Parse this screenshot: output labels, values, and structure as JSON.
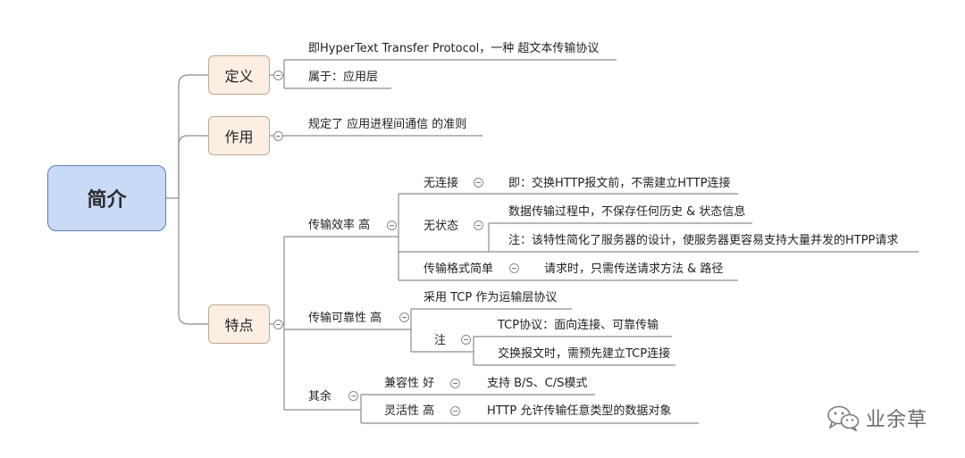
{
  "root": {
    "label": "简介"
  },
  "definition": {
    "label": "定义",
    "items": [
      "即HyperText Transfer Protocol，一种 超文本传输协议",
      "属于：应用层"
    ]
  },
  "purpose": {
    "label": "作用",
    "items": [
      "规定了 应用进程间通信 的准则"
    ]
  },
  "features": {
    "label": "特点",
    "efficiency": {
      "label": "传输效率 高",
      "connectionless": {
        "label": "无连接",
        "detail": "即：交换HTTP报文前，不需建立HTTP连接"
      },
      "stateless": {
        "label": "无状态",
        "details": [
          "数据传输过程中，不保存任何历史 & 状态信息",
          "注：该特性简化了服务器的设计，使服务器更容易支持大量并发的HTPP请求"
        ]
      },
      "simple_format": {
        "label": "传输格式简单",
        "detail": "请求时，只需传送请求方法 & 路径"
      }
    },
    "reliability": {
      "label": "传输可靠性 高",
      "tcp": "采用 TCP 作为运输层协议",
      "note": {
        "label": "注",
        "details": [
          "TCP协议：面向连接、可靠传输",
          "交换报文时，需预先建立TCP连接"
        ]
      }
    },
    "others": {
      "label": "其余",
      "compatibility": {
        "label": "兼容性 好",
        "detail": "支持 B/S、C/S模式"
      },
      "flexibility": {
        "label": "灵活性 高",
        "detail": "HTTP 允许传输任意类型的数据对象"
      }
    }
  },
  "watermark": {
    "text": "业余草",
    "icon": "wechat-icon"
  },
  "colors": {
    "root_fill": "#c8daf6",
    "root_border": "#5b7fb5",
    "main_fill": "#fbeee3",
    "main_border": "#c7a58d",
    "line": "#8c8c8c"
  }
}
